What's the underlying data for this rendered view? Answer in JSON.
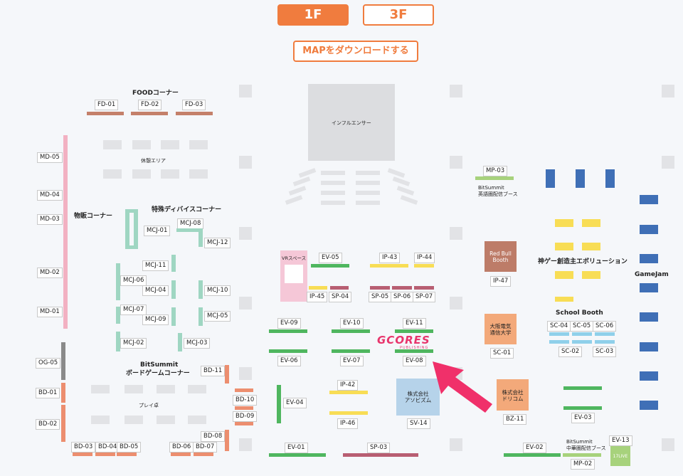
{
  "floor_tabs": [
    {
      "label": "1F"
    },
    {
      "label": "3F"
    }
  ],
  "download_button": "MAPをダウンロードする",
  "areas": {
    "food": "FOODコーナー",
    "rest": "休憩エリア",
    "influencer": "インフルエンサー",
    "merch": "物販コーナー",
    "special_device": "特殊ディバイスコーナー",
    "vr": "VRスペース",
    "boardgame_1": "BitSummit",
    "boardgame_2": "ボードゲームコーナー",
    "play_table": "プレイ卓",
    "english_stream_1": "BitSummit",
    "english_stream_2": "英語圏配信ブース",
    "redbull_1": "Red Bull",
    "redbull_2": "Booth",
    "kami_game": "神ゲー創造主エボリューション",
    "school_booth": "School Booth",
    "gamejam": "GameJam",
    "osaka_1": "大阪電気",
    "osaka_2": "通信大学",
    "apizm_1": "株式会社",
    "apizm_2": "アソビズム",
    "dricom_1": "株式会社",
    "dricom_2": "ドリコム",
    "chinese_stream_1": "BitSummit",
    "chinese_stream_2": "中華圏配信ブース",
    "seventeen_live": "17LIVE",
    "gcores_main": "GCORES",
    "gcores_sub": "PUBLISHING"
  },
  "booths": {
    "FD-01": "FD-01",
    "FD-02": "FD-02",
    "FD-03": "FD-03",
    "MD-05": "MD-05",
    "MD-04": "MD-04",
    "MD-03": "MD-03",
    "MD-02": "MD-02",
    "MD-01": "MD-01",
    "OG-05": "OG-05",
    "BD-01": "BD-01",
    "BD-02": "BD-02",
    "BD-03": "BD-03",
    "BD-04": "BD-04",
    "BD-05": "BD-05",
    "BD-06": "BD-06",
    "BD-07": "BD-07",
    "BD-08": "BD-08",
    "BD-09": "BD-09",
    "BD-10": "BD-10",
    "BD-11": "BD-11",
    "MCJ-01": "MCJ-01",
    "MCJ-08": "MCJ-08",
    "MCJ-12": "MCJ-12",
    "MCJ-11": "MCJ-11",
    "MCJ-06": "MCJ-06",
    "MCJ-04": "MCJ-04",
    "MCJ-10": "MCJ-10",
    "MCJ-07": "MCJ-07",
    "MCJ-09": "MCJ-09",
    "MCJ-05": "MCJ-05",
    "MCJ-02": "MCJ-02",
    "MCJ-03": "MCJ-03",
    "EV-05": "EV-05",
    "EV-09": "EV-09",
    "EV-10": "EV-10",
    "EV-11": "EV-11",
    "EV-06": "EV-06",
    "EV-07": "EV-07",
    "EV-08": "EV-08",
    "EV-04": "EV-04",
    "EV-01": "EV-01",
    "EV-02": "EV-02",
    "EV-03": "EV-03",
    "EV-13": "EV-13",
    "IP-43": "IP-43",
    "IP-44": "IP-44",
    "IP-45": "IP-45",
    "IP-42": "IP-42",
    "IP-46": "IP-46",
    "IP-47": "IP-47",
    "SP-04": "SP-04",
    "SP-05": "SP-05",
    "SP-06": "SP-06",
    "SP-07": "SP-07",
    "SP-03": "SP-03",
    "SV-14": "SV-14",
    "BZ-11": "BZ-11",
    "MP-03": "MP-03",
    "MP-02": "MP-02",
    "SC-01": "SC-01",
    "SC-02": "SC-02",
    "SC-03": "SC-03",
    "SC-04": "SC-04",
    "SC-05": "SC-05",
    "SC-06": "SC-06"
  },
  "colors": {
    "accent": "#f07c3e",
    "merch": "#f2b1c2",
    "food": "#c4806a",
    "mcj": "#9fd6c2",
    "ev": "#4fb65f",
    "ip": "#f8dd55",
    "sp": "#b85e72",
    "school": "#8fd0ea",
    "gamejam": "#3f6fb6",
    "arrow": "#f0306a",
    "gcores": "#e8356c"
  },
  "icons": {
    "arrow": "arrow-icon"
  }
}
